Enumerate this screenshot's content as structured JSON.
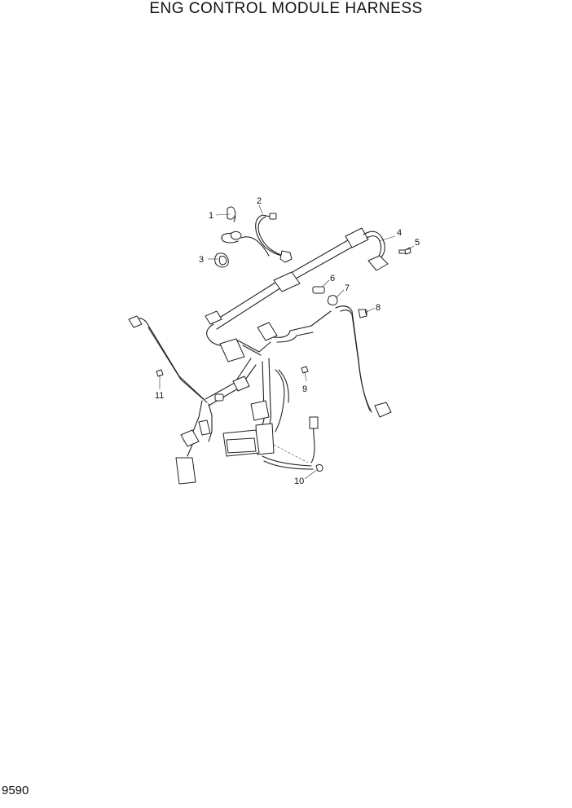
{
  "title": "ENG CONTROL MODULE HARNESS",
  "page_number": "9590",
  "callouts": [
    "1",
    "2",
    "3",
    "4",
    "5",
    "6",
    "7",
    "8",
    "9",
    "10",
    "11"
  ]
}
